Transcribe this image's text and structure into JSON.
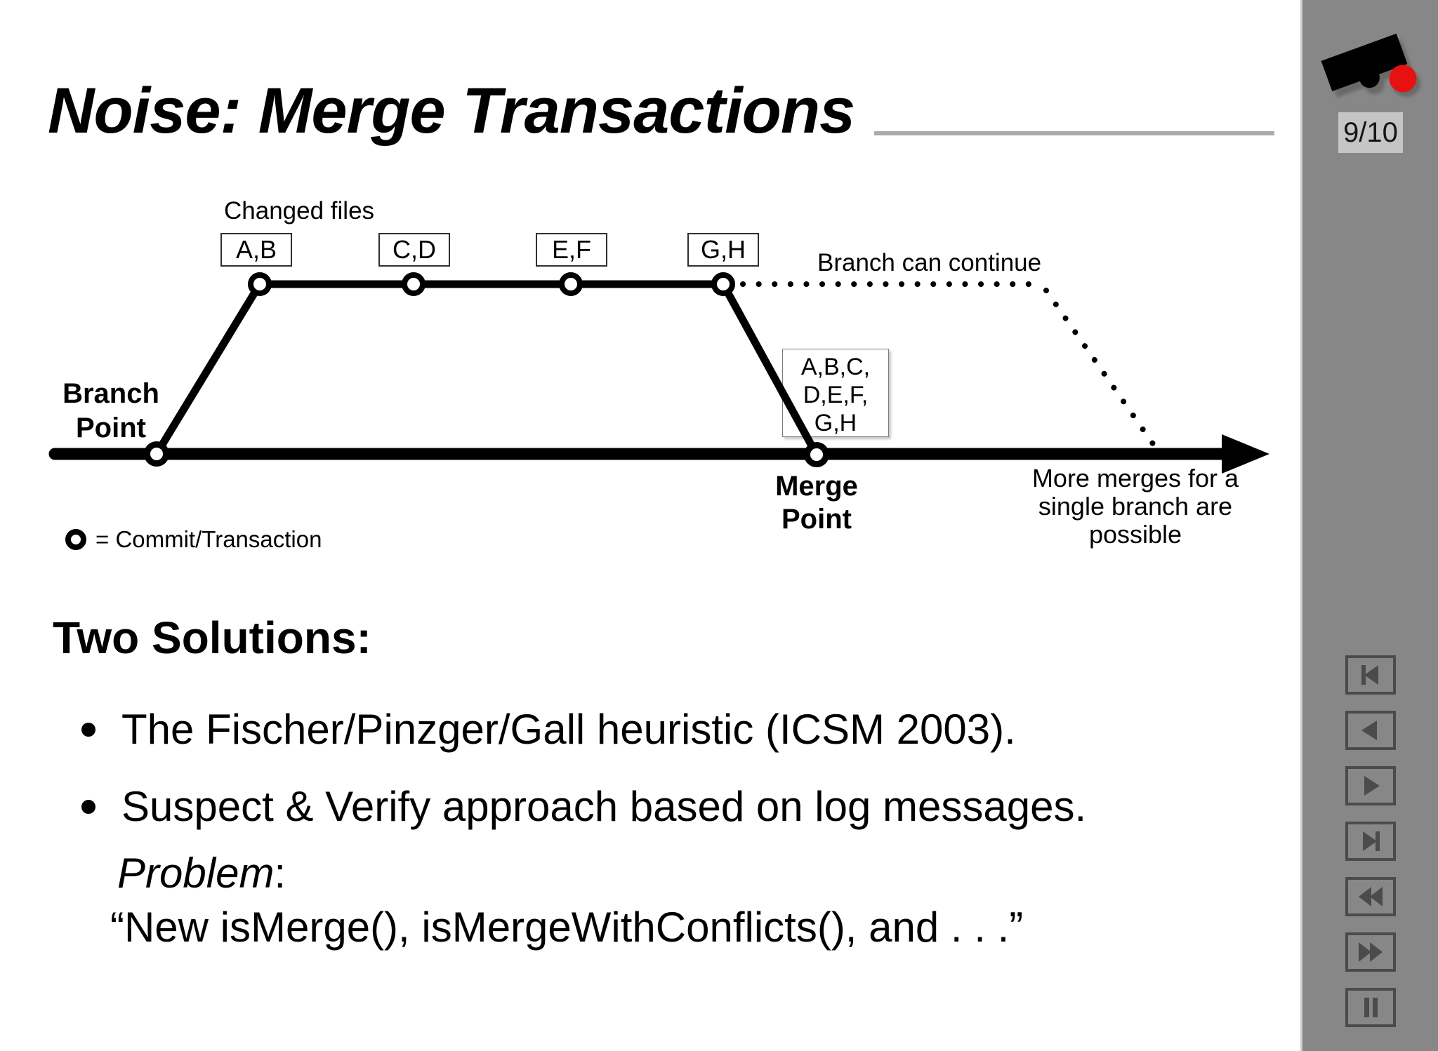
{
  "colors": {
    "accent_red": "#e81111",
    "sidebar_gray": "#878787",
    "badge_gray": "#c5c5c5",
    "control_gray": "#4b4b4b",
    "title_rule_gray": "#ababab"
  },
  "slide": {
    "title": "Noise: Merge Transactions",
    "page_indicator": "9/10",
    "diagram": {
      "changed_files_label": "Changed files",
      "file_boxes": [
        "A,B",
        "C,D",
        "E,F",
        "G,H"
      ],
      "branch_can_continue": "Branch can continue",
      "branch_point": [
        "Branch",
        "Point"
      ],
      "merge_point": [
        "Merge",
        "Point"
      ],
      "merged_files": [
        "A,B,C,",
        "D,E,F,",
        "G,H"
      ],
      "more_merges": [
        "More merges for a",
        "single branch are",
        "possible"
      ],
      "legend_text": "= Commit/Transaction"
    },
    "body": {
      "heading": "Two Solutions:",
      "bullets": [
        "The Fischer/Pinzger/Gall heuristic (ICSM 2003).",
        "Suspect & Verify approach based on log messages."
      ],
      "problem_word": "Problem",
      "problem_colon": ":",
      "quote": "“New isMerge(), isMergeWithConflicts(), and . . .”"
    },
    "nav_icons": [
      "skip-to-first",
      "step-backward",
      "play-forward",
      "skip-to-last",
      "fast-backward",
      "fast-forward",
      "pause"
    ]
  }
}
